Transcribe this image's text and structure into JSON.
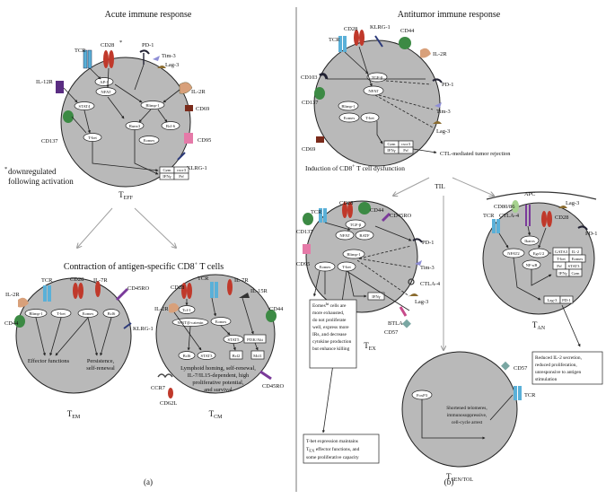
{
  "panel_a": {
    "title": "Acute immune response",
    "eff": {
      "receptors": [
        "TCR",
        "CD28",
        "*",
        "PD-1",
        "Tim-3",
        "Lag-3",
        "IL-12R",
        "IL-2R",
        "CD69",
        "CD137",
        "CD95",
        "KLRG-1"
      ],
      "tfs": [
        "AP-1",
        "NFAT",
        "STAT4",
        "Blimp-1",
        "Runx3",
        "Bcl-6",
        "Eomes",
        "T-bet"
      ],
      "genes": [
        "Gzm",
        "cxcr3",
        "IFNγ",
        "Prf"
      ],
      "label_main": "T",
      "label_sub": "EFF"
    },
    "note_star": "*",
    "note_line1": "downregulated",
    "note_line2": "following activation",
    "contraction_title": "Contraction of antigen-specific CD8",
    "contraction_sup": "+",
    "contraction_tail": " T cells",
    "em": {
      "receptors": [
        "TCR",
        "CD28",
        "IL-7R",
        "CD45RO",
        "IL-2R",
        "CD44",
        "KLRG-1"
      ],
      "tfs": [
        "Blimp-1",
        "T-bet",
        "Eomes",
        "Bcl6"
      ],
      "out1": "Effector functions",
      "out2a": "Persistence,",
      "out2b": "self-renewal",
      "label_main": "T",
      "label_sub": "EM"
    },
    "cm": {
      "receptors": [
        "CD28",
        "TCR",
        "IL-7R",
        "IL-15R",
        "IL-2R",
        "CD44",
        "CCR7",
        "CD62L",
        "CD45RO"
      ],
      "tfs": [
        "Tcf-1",
        "WNT/β-catenin",
        "Eomes",
        "STAT5",
        "PI3K/Akt",
        "Bcl6",
        "STAT3",
        "Bcl2",
        "Mcl1"
      ],
      "text1": "Lymphoid homing, self-renewal,",
      "text2": "IL-7/IL15-dependent, high",
      "text3": "proliferative potential,",
      "text4": "and survival",
      "label_main": "T",
      "label_sub": "CM"
    },
    "caption": "(a)"
  },
  "panel_b": {
    "title": "Antitumor immune response",
    "til_cell": {
      "receptors": [
        "CD28",
        "KLRG-1",
        "CD44",
        "TCR",
        "IL-2R",
        "CD103",
        "PD-1",
        "CD137",
        "Tim-3",
        "Lag-3",
        "CD69"
      ],
      "tfs": [
        "TGF-β",
        "NFAT",
        "Blimp-1",
        "Eomes",
        "T-bet"
      ],
      "genes": [
        "Gzm",
        "cxcr3",
        "IFNγ",
        "Prf"
      ],
      "ctl_text": "CTL-mediated tumor rejection"
    },
    "induction_a": "Induction of CD8",
    "induction_sup": "+",
    "induction_b": " T cell dysfunction",
    "til": "TIL",
    "ex": {
      "receptors": [
        "CD28",
        "TCR",
        "CD44",
        "CD45RO",
        "CD137",
        "PD-1",
        "CD95",
        "Tim-3",
        "CTLA-4",
        "Lag-3",
        "BTLA-4",
        "CD57"
      ],
      "tfs": [
        "TGF-β",
        "NFAT",
        "BATF",
        "Blimp-1",
        "Eomes",
        "T-bet"
      ],
      "genes": [
        "IFNγ"
      ],
      "label_main": "T",
      "label_sub": "EX"
    },
    "an": {
      "receptors": [
        "APC",
        "CD80/86",
        "CTLA-4",
        "CD28",
        "Lag-3",
        "PD-1",
        "TCR"
      ],
      "tfs": [
        "Ikaros",
        "NFAT2",
        "Egr1/2",
        "NF-κB"
      ],
      "genes": [
        "GATA3",
        "IL-2",
        "T-bet",
        "Eomes",
        "Prf",
        "STAT3",
        "IFNγ",
        "Gzm",
        "Lag-3",
        "PD-1"
      ],
      "label_main": "T",
      "label_sub": "AN"
    },
    "sen": {
      "receptors": [
        "CD57",
        "TCR"
      ],
      "tfs": [
        "FoxP3"
      ],
      "text1": "Shortened telomeres,",
      "text2": "immunosuppressive,",
      "text3": "cell-cycle arrest",
      "label_main": "T",
      "label_sub": "SEN/TOL"
    },
    "box_eomes": [
      "Eomes",
      "hi",
      " cells are",
      "more exhausted,",
      "do not proliferate",
      "well, express more",
      "IRs, and decrease",
      "cytokine production",
      "but enhance killing"
    ],
    "box_tbet": [
      "T-bet expression maintains",
      "T",
      "EX",
      " effector functions, and",
      "some proliferative capacity"
    ],
    "box_an": [
      "Reduced IL-2 secretion,",
      "reduced proliferation,",
      "unresponsive to antigen",
      "stimulation"
    ],
    "caption": "(b)"
  }
}
